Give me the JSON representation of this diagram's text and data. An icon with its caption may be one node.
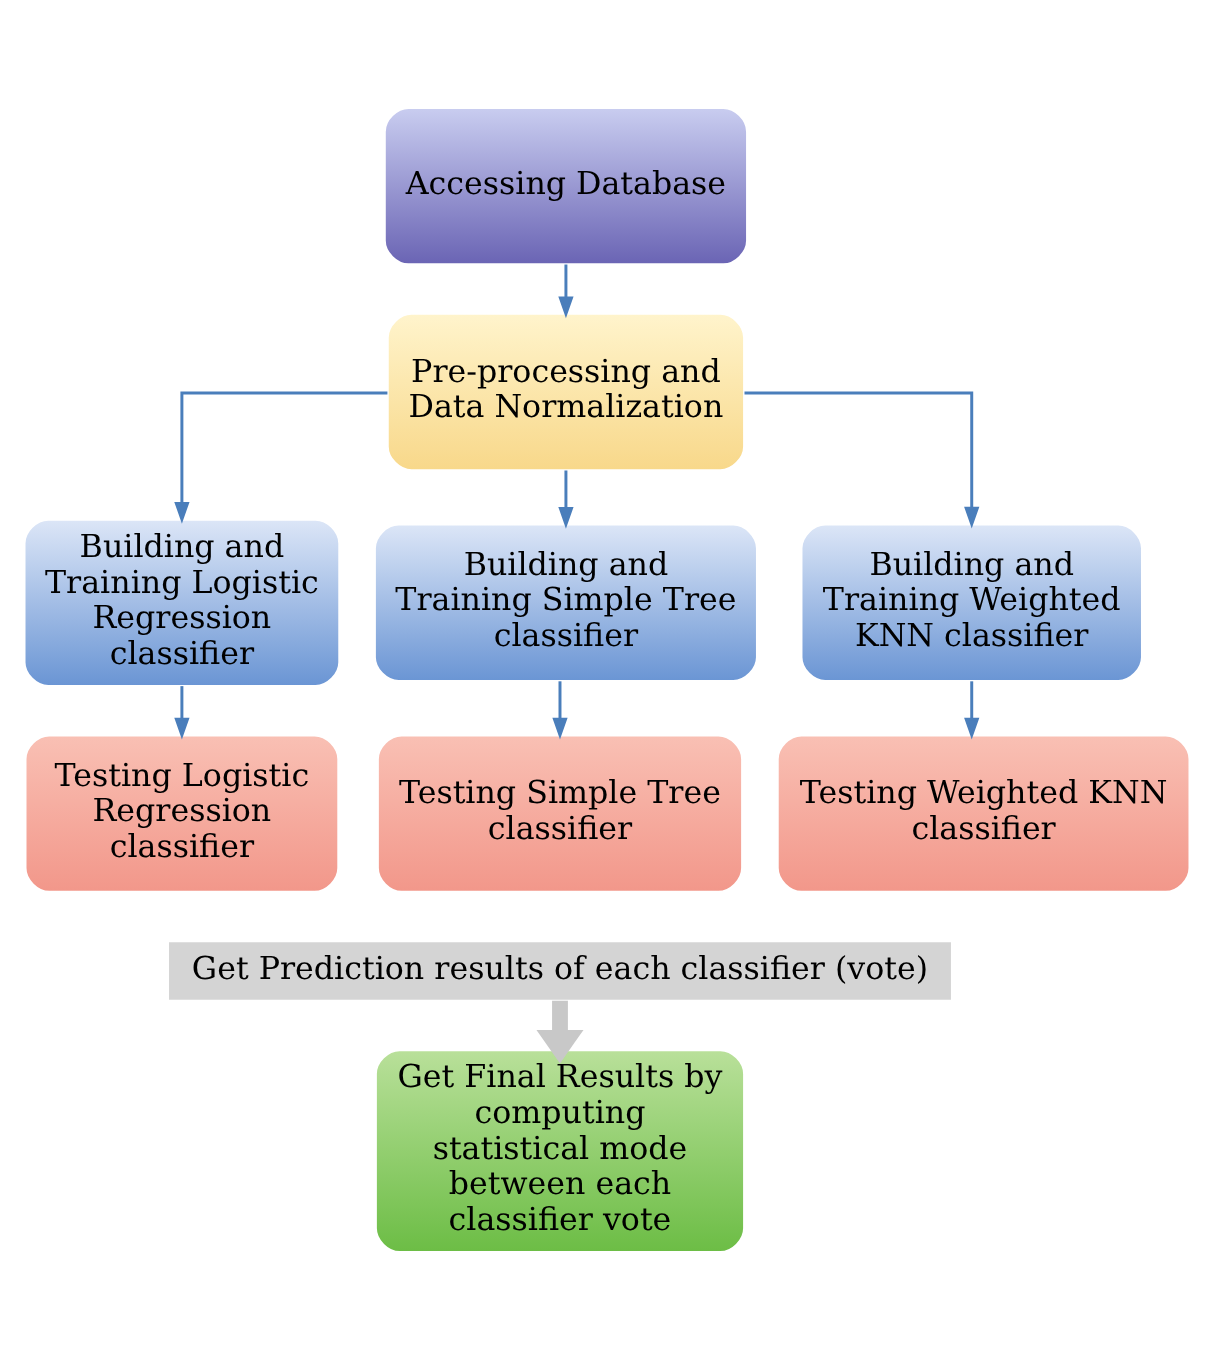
{
  "diagram": {
    "nodes": [
      {
        "text": [
          "Accessing Database"
        ]
      },
      {
        "text": [
          "Pre-processing and Data Normalization"
        ]
      },
      {
        "text": [
          "Building and Training Logistic Regression classifier"
        ]
      },
      {
        "text": [
          "Building and Training Simple Tree classifier"
        ]
      },
      {
        "text": [
          "Building and Training Weighted KNN classifier"
        ]
      },
      {
        "text": [
          "Testing Logistic Regression classifier"
        ]
      },
      {
        "text": [
          "Testing Simple Tree classifier"
        ]
      },
      {
        "text": [
          "Testing Weighted KNN classifier"
        ]
      },
      {
        "text": [
          "Get Prediction results of each classifier (vote)"
        ]
      },
      {
        "text": [
          "Get Final Results by computing statistical mode between each classifier vote"
        ]
      }
    ],
    "edges": [
      {
        "from": 0,
        "to": 1,
        "arrow": "to"
      },
      {
        "from": 1,
        "to": 2,
        "arrow": "to"
      },
      {
        "from": 1,
        "to": 3,
        "arrow": "to"
      },
      {
        "from": 1,
        "to": 4,
        "arrow": "to"
      },
      {
        "from": 2,
        "to": 5,
        "arrow": "to"
      },
      {
        "from": 3,
        "to": 6,
        "arrow": "to"
      },
      {
        "from": 4,
        "to": 7,
        "arrow": "to"
      },
      {
        "from": 8,
        "to": 9,
        "arrow": "to",
        "style": "thick",
        "color": "#c8c8c8"
      }
    ]
  }
}
